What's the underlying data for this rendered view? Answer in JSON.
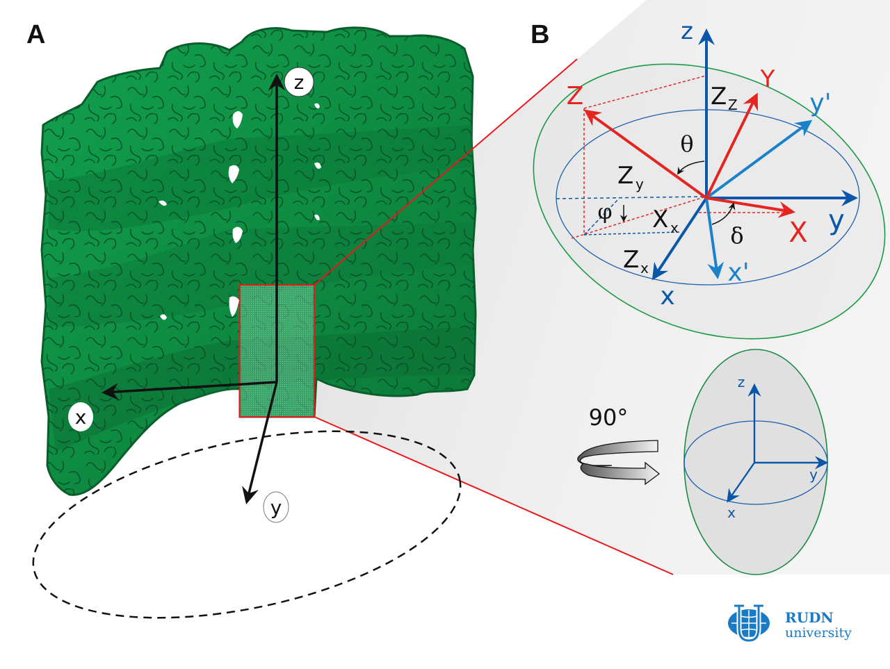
{
  "figure": {
    "panel_a": {
      "label": "A",
      "axes": [
        {
          "id": "z",
          "label": "z"
        },
        {
          "id": "x",
          "label": "x"
        },
        {
          "id": "y",
          "label": "y"
        }
      ],
      "structure_color": "#0f9c4a",
      "structure_dark": "#0b6e33",
      "highlight_box_color": "#e8191b"
    },
    "panel_b": {
      "label": "B",
      "lab_axes": {
        "z": "z",
        "y": "y",
        "x": "x",
        "x_prime": "x'",
        "y_prime": "y'"
      },
      "molecule_axes": {
        "Z": "Z",
        "Y": "Y",
        "X": "X"
      },
      "projections": {
        "Zz": {
          "main": "Z",
          "sub": "Z"
        },
        "Zy": {
          "main": "Z",
          "sub": "y"
        },
        "Zx": {
          "main": "Z",
          "sub": "x"
        },
        "Xx": {
          "main": "X",
          "sub": "x"
        }
      },
      "angles": {
        "theta": "θ",
        "phi": "φ",
        "delta": "δ"
      },
      "colors": {
        "lab_axis": "#0a56a8",
        "lab_axis_light": "#1a82c8",
        "molecule_axis": "#e52521",
        "outer_ellipse": "#1a9a44",
        "inner_ellipse": "#1a5fb0"
      }
    },
    "rotation": {
      "label": "90°",
      "small_axes": {
        "z": "z",
        "y": "y",
        "x": "x"
      }
    },
    "logo": {
      "line1": "RUDN",
      "line2": "university",
      "color": "#1a7bc4"
    }
  }
}
